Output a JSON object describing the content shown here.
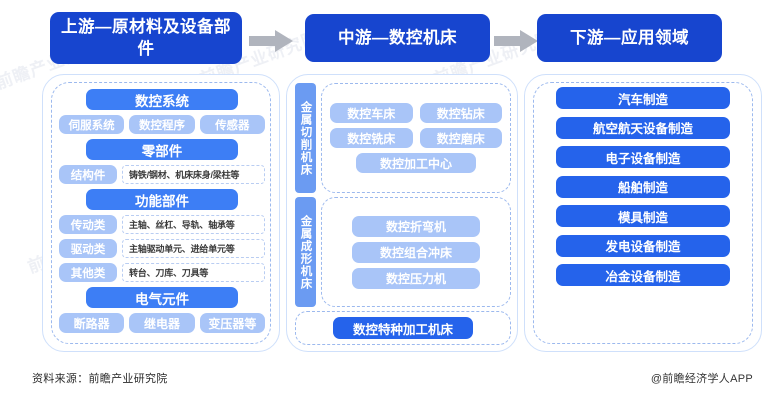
{
  "header": {
    "upstream": "上游—原材料及设备部件",
    "midstream": "中游—数控机床",
    "downstream": "下游—应用领域",
    "arrow_icon": "arrow-right-icon"
  },
  "upstream": {
    "sections": [
      {
        "title": "数控系统",
        "kind": "tags",
        "tags": [
          "伺服系统",
          "数控程序",
          "传感器"
        ]
      },
      {
        "title": "零部件",
        "kind": "label_detail",
        "rows": [
          {
            "label": "结构件",
            "detail": "铸铁/钢材、机床床身/梁柱等"
          }
        ]
      },
      {
        "title": "功能部件",
        "kind": "label_detail",
        "rows": [
          {
            "label": "传动类",
            "detail": "主轴、丝杠、导轨、轴承等"
          },
          {
            "label": "驱动类",
            "detail": "主轴驱动单元、进给单元等"
          },
          {
            "label": "其他类",
            "detail": "转台、刀库、刀具等"
          }
        ]
      },
      {
        "title": "电气元件",
        "kind": "tags",
        "tags": [
          "断路器",
          "继电器",
          "变压器等"
        ]
      }
    ]
  },
  "midstream": {
    "groups": [
      {
        "vertical_label": "金属切削机床",
        "rows": [
          [
            "数控车床",
            "数控钻床"
          ],
          [
            "数控铣床",
            "数控磨床"
          ]
        ],
        "wide": [
          "数控加工中心"
        ]
      },
      {
        "vertical_label": "金属成形机床",
        "rows": [],
        "wide": [
          "数控折弯机",
          "数控组合冲床",
          "数控压力机"
        ]
      }
    ],
    "special": "数控特种加工机床"
  },
  "downstream": {
    "applications": [
      "汽车制造",
      "航空航天设备制造",
      "电子设备制造",
      "船舶制造",
      "模具制造",
      "发电设备制造",
      "冶金设备制造"
    ]
  },
  "footer": {
    "source": "资料来源：前瞻产业研究院",
    "brand": "@前瞻经济学人APP"
  },
  "colors": {
    "header_blue": "#1745cf",
    "section_blue": "#3d7ef5",
    "tag_light_blue": "#a9c5f8",
    "bright_blue": "#2563eb",
    "vertical_bar_blue": "#6b9bf2",
    "arrow_gray": "#b0b4bd",
    "panel_border": "#cfe0fb",
    "dashed_border": "#9cb9ee"
  },
  "watermarks": [
    "前瞻产业研究院",
    "前瞻产业研究院",
    "前瞻产业研究院",
    "前瞻产业研究院",
    "前瞻产业研究院",
    "前瞻产业研究院"
  ]
}
